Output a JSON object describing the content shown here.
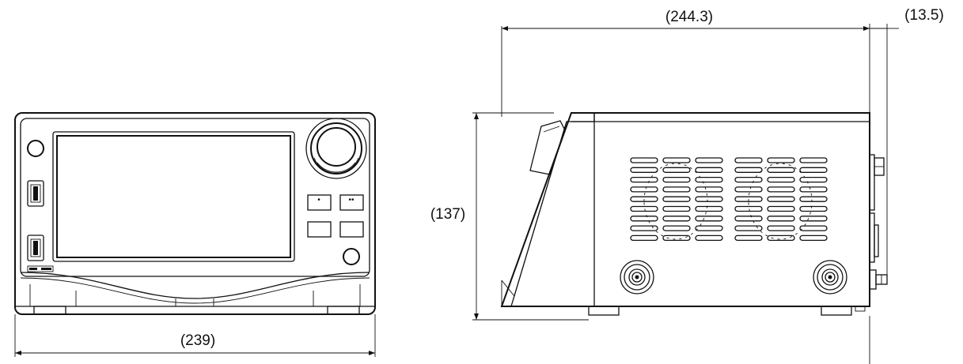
{
  "dimensions": {
    "front_width": "(239)",
    "side_depth": "(244.3)",
    "rear_protrusion": "(13.5)",
    "height": "(137)"
  },
  "views": {
    "front": {
      "buttons": [
        {
          "label": "•"
        },
        {
          "label": "••"
        },
        {
          "label": ""
        },
        {
          "label": ""
        }
      ]
    }
  }
}
